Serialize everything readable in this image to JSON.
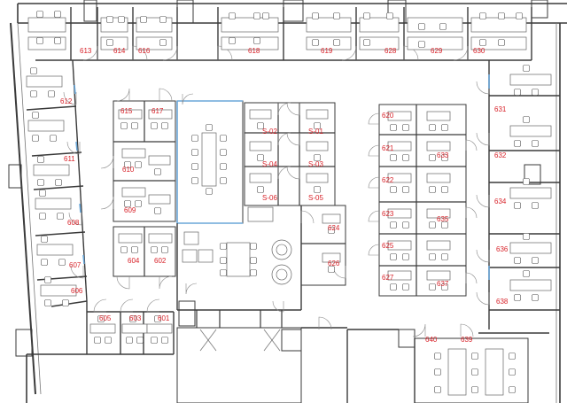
{
  "colors": {
    "room_label": "#d8232a",
    "wall": "#3a3a3a",
    "glass": "#6aa7d8",
    "column": "#444444"
  },
  "rooms": [
    {
      "id": "613",
      "label": "613"
    },
    {
      "id": "614",
      "label": "614"
    },
    {
      "id": "616",
      "label": "616"
    },
    {
      "id": "618",
      "label": "618"
    },
    {
      "id": "619",
      "label": "619"
    },
    {
      "id": "628",
      "label": "628"
    },
    {
      "id": "629",
      "label": "629"
    },
    {
      "id": "630",
      "label": "630"
    },
    {
      "id": "612",
      "label": "612"
    },
    {
      "id": "615",
      "label": "615"
    },
    {
      "id": "617",
      "label": "617"
    },
    {
      "id": "611",
      "label": "611"
    },
    {
      "id": "610",
      "label": "610"
    },
    {
      "id": "609",
      "label": "609"
    },
    {
      "id": "608",
      "label": "608"
    },
    {
      "id": "607",
      "label": "607"
    },
    {
      "id": "604",
      "label": "604"
    },
    {
      "id": "602",
      "label": "602"
    },
    {
      "id": "606",
      "label": "606"
    },
    {
      "id": "605",
      "label": "605"
    },
    {
      "id": "603",
      "label": "603"
    },
    {
      "id": "601",
      "label": "601"
    },
    {
      "id": "S-02",
      "label": "S-02"
    },
    {
      "id": "S-01",
      "label": "S-01"
    },
    {
      "id": "S-04",
      "label": "S-04"
    },
    {
      "id": "S-03",
      "label": "S-03"
    },
    {
      "id": "S-06",
      "label": "S-06"
    },
    {
      "id": "S-05",
      "label": "S-05"
    },
    {
      "id": "624",
      "label": "624"
    },
    {
      "id": "626",
      "label": "626"
    },
    {
      "id": "620",
      "label": "620"
    },
    {
      "id": "621",
      "label": "621"
    },
    {
      "id": "633",
      "label": "633"
    },
    {
      "id": "622",
      "label": "622"
    },
    {
      "id": "623",
      "label": "623"
    },
    {
      "id": "635",
      "label": "635"
    },
    {
      "id": "625",
      "label": "625"
    },
    {
      "id": "627",
      "label": "627"
    },
    {
      "id": "637",
      "label": "637"
    },
    {
      "id": "631",
      "label": "631"
    },
    {
      "id": "632",
      "label": "632"
    },
    {
      "id": "634",
      "label": "634"
    },
    {
      "id": "636",
      "label": "636"
    },
    {
      "id": "638",
      "label": "638"
    },
    {
      "id": "640",
      "label": "640"
    },
    {
      "id": "639",
      "label": "639"
    }
  ]
}
